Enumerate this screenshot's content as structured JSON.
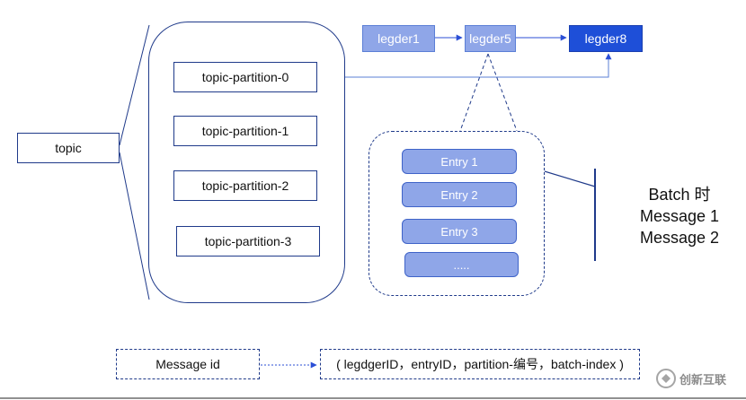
{
  "topic": "topic",
  "partitions": [
    "topic-partition-0",
    "topic-partition-1",
    "topic-partition-2",
    "topic-partition-3"
  ],
  "ledgers": [
    "legder1",
    "legder5",
    "legder8"
  ],
  "entries": [
    "Entry 1",
    "Entry 2",
    "Entry 3",
    "....."
  ],
  "batch": {
    "line1": "Batch 时",
    "line2": "Message 1",
    "line3": "Message 2"
  },
  "message_id": "Message id",
  "id_format": "( legdgerID，entryID，partition-编号，batch-index )",
  "watermark": "创新互联",
  "colors": {
    "ledger_light": "#8fa6e8",
    "ledger_dark": "#1e4fd8",
    "border": "#1f3a8a",
    "line": "#3b5bdb"
  }
}
